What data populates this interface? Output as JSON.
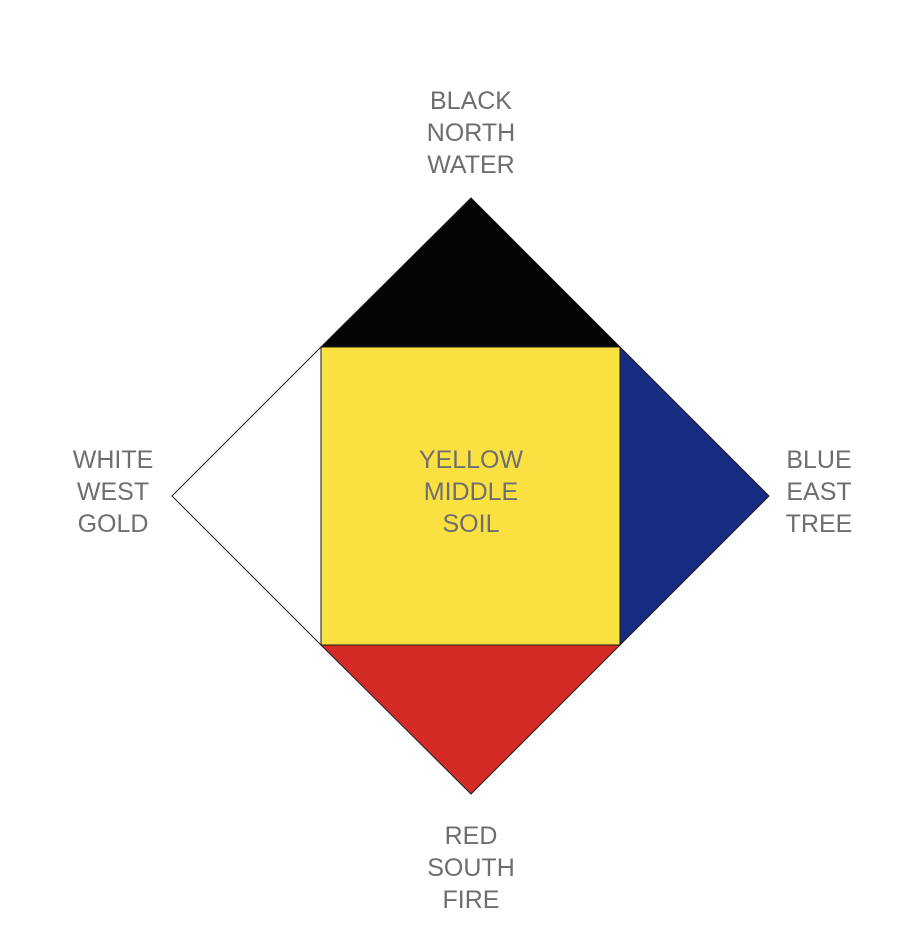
{
  "colors": {
    "north": "#050505",
    "south": "#d52b27",
    "east": "#182d81",
    "west": "#ffffff",
    "center": "#fbe041",
    "outline": "#1a1a1a",
    "label_text": "#6d6e71"
  },
  "north": {
    "lines": [
      "BLACK",
      "NORTH",
      "WATER"
    ]
  },
  "south": {
    "lines": [
      "RED",
      "SOUTH",
      "FIRE"
    ]
  },
  "west": {
    "lines": [
      "WHITE",
      "WEST",
      "GOLD"
    ]
  },
  "east": {
    "lines": [
      "BLUE",
      "EAST",
      "TREE"
    ]
  },
  "center": {
    "lines": [
      "YELLOW",
      "MIDDLE",
      "SOIL"
    ]
  }
}
